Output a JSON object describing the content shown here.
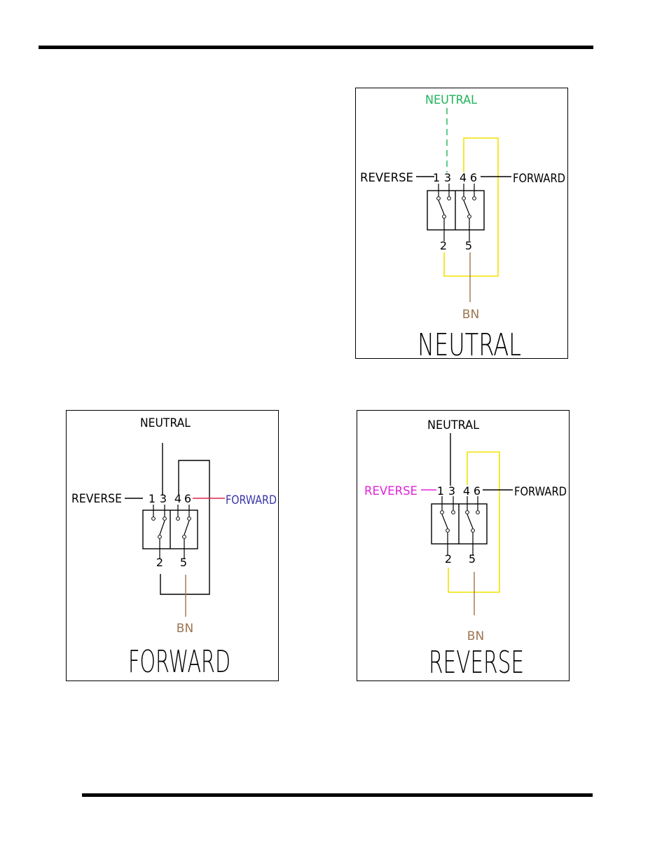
{
  "colors": {
    "black": "#000000",
    "neutral_green": "#1fb35a",
    "yellow": "#f2e200",
    "brown": "#9b7550",
    "reverse_magenta": "#e024d8",
    "forward_blue": "#3a36a8",
    "forward_red": "#e0244c"
  },
  "panels": [
    {
      "id": "neutral",
      "title": "NEUTRAL",
      "top_label": "NEUTRAL",
      "left_label": "REVERSE",
      "right_label": "FORWARD",
      "bottom_label": "BN",
      "terminals": {
        "t1": "1",
        "t3": "3",
        "t4": "4",
        "t6": "6",
        "t2": "2",
        "t5": "5"
      }
    },
    {
      "id": "forward",
      "title": "FORWARD",
      "top_label": "NEUTRAL",
      "left_label": "REVERSE",
      "right_label": "FORWARD",
      "bottom_label": "BN",
      "terminals": {
        "t1": "1",
        "t3": "3",
        "t4": "4",
        "t6": "6",
        "t2": "2",
        "t5": "5"
      }
    },
    {
      "id": "reverse",
      "title": "REVERSE",
      "top_label": "NEUTRAL",
      "left_label": "REVERSE",
      "right_label": "FORWARD",
      "bottom_label": "BN",
      "terminals": {
        "t1": "1",
        "t3": "3",
        "t4": "4",
        "t6": "6",
        "t2": "2",
        "t5": "5"
      }
    }
  ]
}
